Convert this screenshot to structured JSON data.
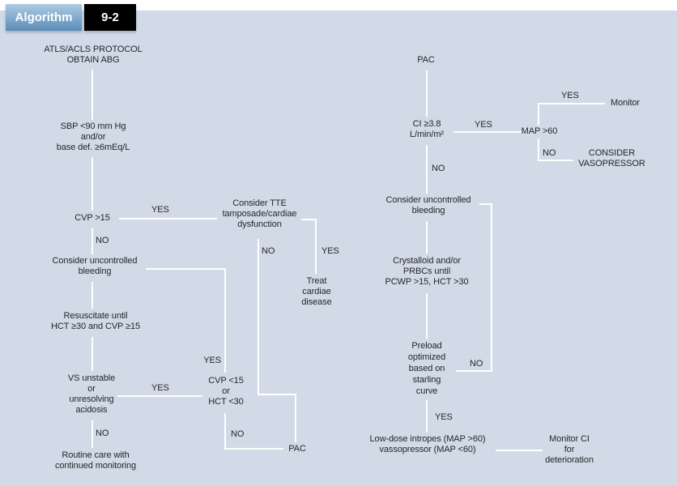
{
  "header": {
    "tag": "Algorithm",
    "number": "9-2"
  },
  "labels": {
    "yes": "YES",
    "no": "NO"
  },
  "colors": {
    "bg": "#d1dae6",
    "line": "#ffffff",
    "text": "#25272b",
    "tag-blue-top": "#aecbe2",
    "tag-blue-mid": "#7fa9cc",
    "tag-blue-bot": "#5d8cb8",
    "tag-black": "#000000"
  },
  "nodes": {
    "atls": "ATLS/ACLS PROTOCOL\nOBTAIN ABG",
    "sbp": "SBP <90 mm Hg\nand/or\nbase def. ≥6mEq/L",
    "cvp_gt_15": "CVP >15",
    "bleeding_left": "Consider uncontrolled\nbleeding",
    "resuscitate": "Resuscitate until\nHCT ≥30 and CVP ≥15",
    "vs_unstable": "VS unstable\nor\nunresolving\nacidosis",
    "routine_care": "Routine care with\ncontinued monitoring",
    "cvp_hct": "CVP <15\nor\nHCT <30",
    "pac_left": "PAC",
    "tte": "Consider TTE\ntamposade/cardiae\ndysfunction",
    "treat_cardiac": "Treat\ncardiae\ndisease",
    "pac_right": "PAC",
    "ci": "CI ≥3.8\nL/min/m²",
    "map": "MAP >60",
    "monitor": "Monitor",
    "consider_vasopressor": "CONSIDER\nVASOPRESSOR",
    "bleeding_right": "Consider uncontrolled\nbleeding",
    "crystalloid": "Crystalloid and/or\nPRBCs until\nPCWP >15, HCT >30",
    "preload": "Preload\noptimized\nbased on\nstarling\ncurve",
    "low_dose": "Low-dose intropes (MAP >60)\nvassopressor (MAP <60)",
    "monitor_ci": "Monitor CI\nfor\ndeterioration"
  }
}
